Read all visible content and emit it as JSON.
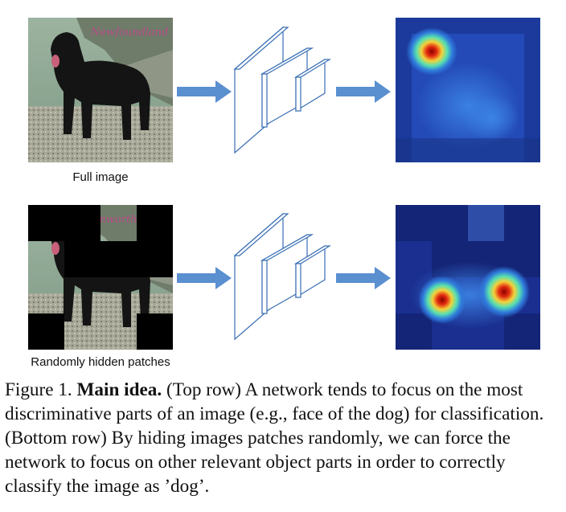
{
  "top_row": {
    "input_label": "Full image",
    "input_image": "dog-photo",
    "output_image": "attention-heatmap-focused-on-head"
  },
  "bottom_row": {
    "input_label": "Randomly hidden patches",
    "input_image": "dog-photo-with-black-patches",
    "output_image": "attention-heatmap-on-body-parts"
  },
  "watermark_text": "Newfoundland Dog",
  "caption": {
    "prefix": "Figure 1. ",
    "bold": "Main idea.",
    "text": " (Top row) A network tends to focus on the most discriminative parts of an image (e.g., face of the dog) for classification. (Bottom row) By hiding images patches randomly, we can force the network to focus on other relevant object parts in order to correctly classify the image as ’dog’."
  },
  "colors": {
    "arrow": "#5a8fd0",
    "cnn_stroke": "#3a6fb5",
    "heatmap_base": "#1a3fb0"
  }
}
